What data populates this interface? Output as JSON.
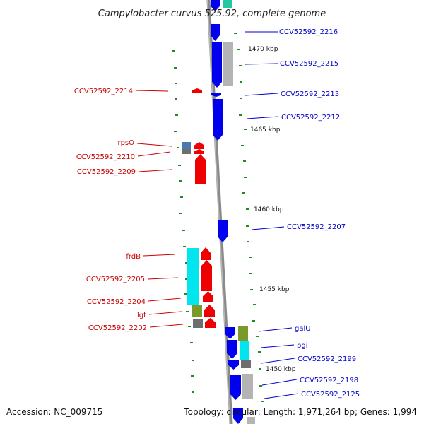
{
  "title": "Campylobacter curvus 525.92, complete genome",
  "footer": {
    "accession": "Accession: NC_009715",
    "topology": "Topology: circular; Length: 1,971,264 bp; Genes: 1,994"
  },
  "colors": {
    "forward_gene": "#0000ee",
    "reverse_gene": "#ee0000",
    "forward_label": "#0000cc",
    "reverse_label": "#cc0000",
    "backbone": "#8a8a8a",
    "tick": "#1e8c1e",
    "cyan": "#00e5ee",
    "olive": "#7a9a2a",
    "gray_block": "#b4b4b4",
    "dark_block": "#6e6e6e",
    "steel_block": "#4a7ab4",
    "teal_block": "#20c9a0"
  },
  "scale": {
    "ticks": [
      "1470 kbp",
      "1465 kbp",
      "1460 kbp",
      "1455 kbp",
      "1450 kbp"
    ]
  },
  "genes_right": [
    {
      "id": "CCV52592_2216",
      "label": "CCV52592_2216"
    },
    {
      "id": "CCV52592_2215",
      "label": "CCV52592_2215"
    },
    {
      "id": "CCV52592_2213",
      "label": "CCV52592_2213"
    },
    {
      "id": "CCV52592_2212",
      "label": "CCV52592_2212"
    },
    {
      "id": "CCV52592_2207",
      "label": "CCV52592_2207"
    },
    {
      "id": "galU",
      "label": "galU"
    },
    {
      "id": "pgi",
      "label": "pgi"
    },
    {
      "id": "CCV52592_2199",
      "label": "CCV52592_2199"
    },
    {
      "id": "CCV52592_2198",
      "label": "CCV52592_2198"
    },
    {
      "id": "CCV52592_2125",
      "label": "CCV52592_2125"
    }
  ],
  "genes_left": [
    {
      "id": "CCV52592_2214",
      "label": "CCV52592_2214"
    },
    {
      "id": "rpsO",
      "label": "rpsO"
    },
    {
      "id": "CCV52592_2210",
      "label": "CCV52592_2210"
    },
    {
      "id": "CCV52592_2209",
      "label": "CCV52592_2209"
    },
    {
      "id": "frdB",
      "label": "frdB"
    },
    {
      "id": "CCV52592_2205",
      "label": "CCV52592_2205"
    },
    {
      "id": "CCV52592_2204",
      "label": "CCV52592_2204"
    },
    {
      "id": "lgt",
      "label": "lgt"
    },
    {
      "id": "CCV52592_2202",
      "label": "CCV52592_2202"
    }
  ]
}
